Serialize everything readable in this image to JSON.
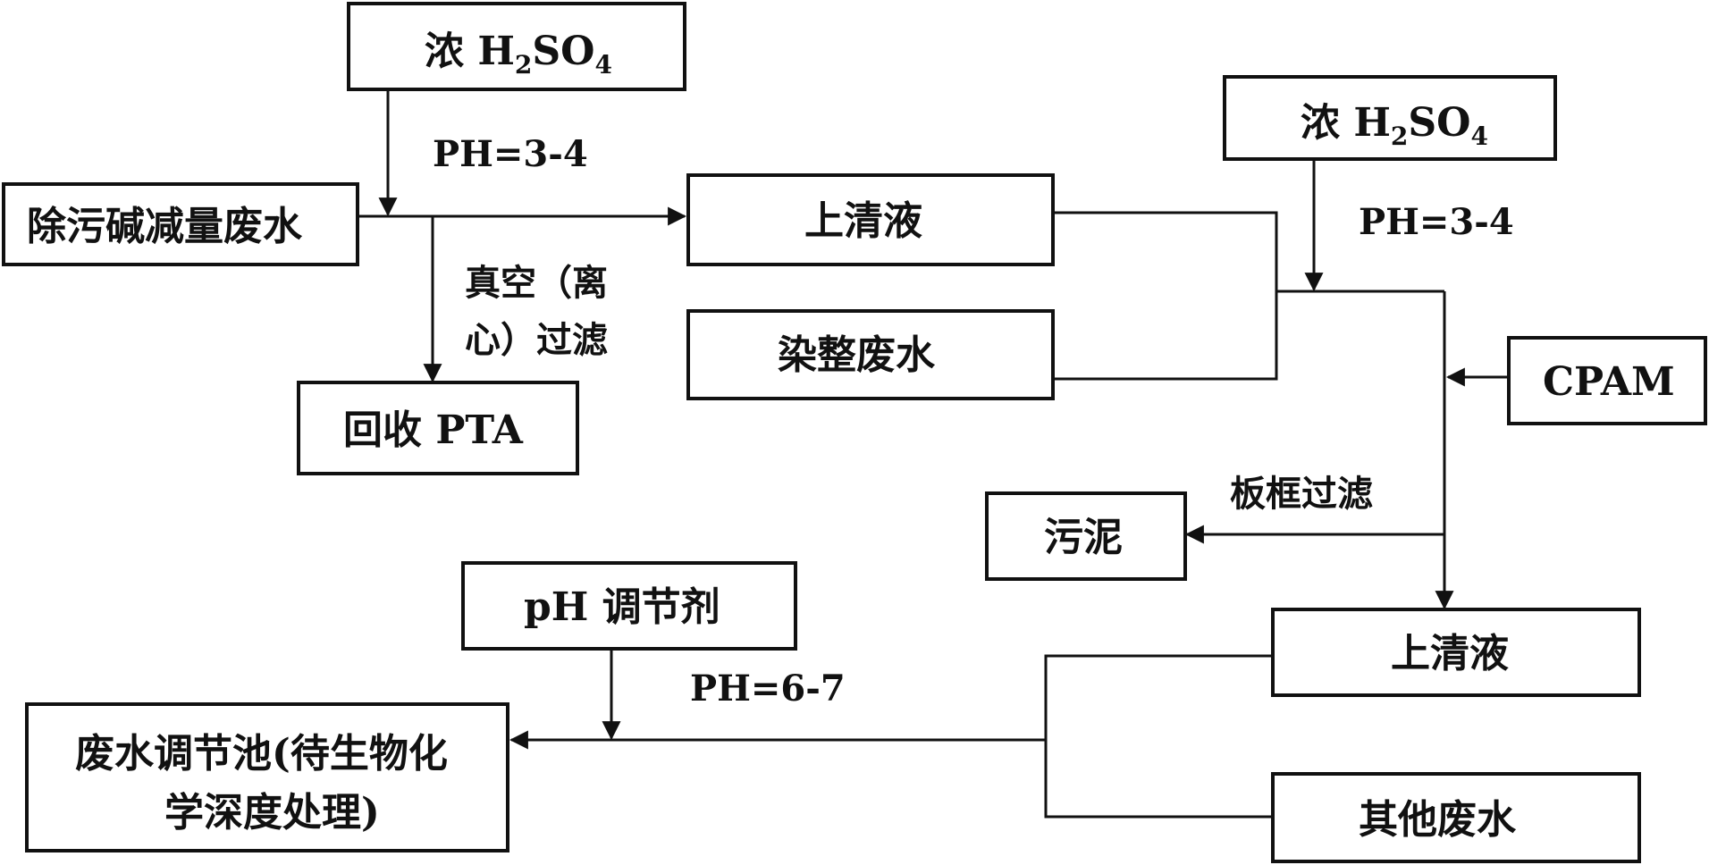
{
  "nodes": {
    "acid_top": {
      "prefix": "浓 H",
      "sub1": "2",
      "mid": "SO",
      "sub2": "4"
    },
    "acid_right": {
      "prefix": "浓 H",
      "sub1": "2",
      "mid": "SO",
      "sub2": "4"
    },
    "alkali_wastewater": "除污碱减量废水",
    "supernatant_top": "上清液",
    "dyeing_wastewater": "染整废水",
    "recover_pta": "回收 PTA",
    "cpam": "CPAM",
    "sludge": "污泥",
    "ph_adjuster": "pH 调节剂",
    "supernatant_bottom": "上清液",
    "regulating_tank_line1": "废水调节池(待生物化",
    "regulating_tank_line2": "学深度处理)",
    "other_wastewater": "其他废水"
  },
  "labels": {
    "ph_top": "PH=3-4",
    "ph_right": "PH=3-4",
    "ph_bottom": "PH=6-7",
    "vacuum_line1": "真空（离",
    "vacuum_line2": "心）过滤",
    "plate_filter": "板框过滤"
  }
}
